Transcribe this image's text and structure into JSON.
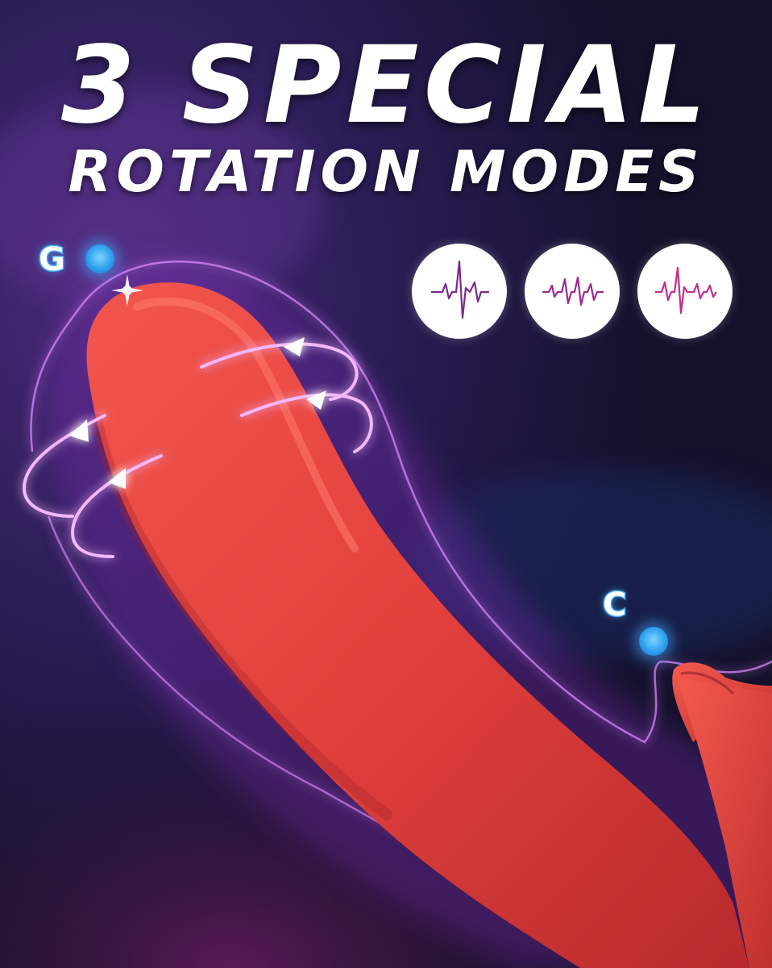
{
  "headline": {
    "line1": "3 SPECIAL",
    "line2": "ROTATION MODES"
  },
  "markers": {
    "g_label": "G",
    "c_label": "C"
  },
  "modes": [
    {
      "icon": "heartbeat-wave-icon",
      "color": "#7a2a8c"
    },
    {
      "icon": "heartbeat-wave-icon",
      "color": "#9b2a90"
    },
    {
      "icon": "heartbeat-wave-icon",
      "color": "#c02e8a"
    }
  ],
  "colors": {
    "background": "#14112b",
    "product": "#e5443f",
    "glow": "#c23cff",
    "marker": "#3fa9f5"
  }
}
